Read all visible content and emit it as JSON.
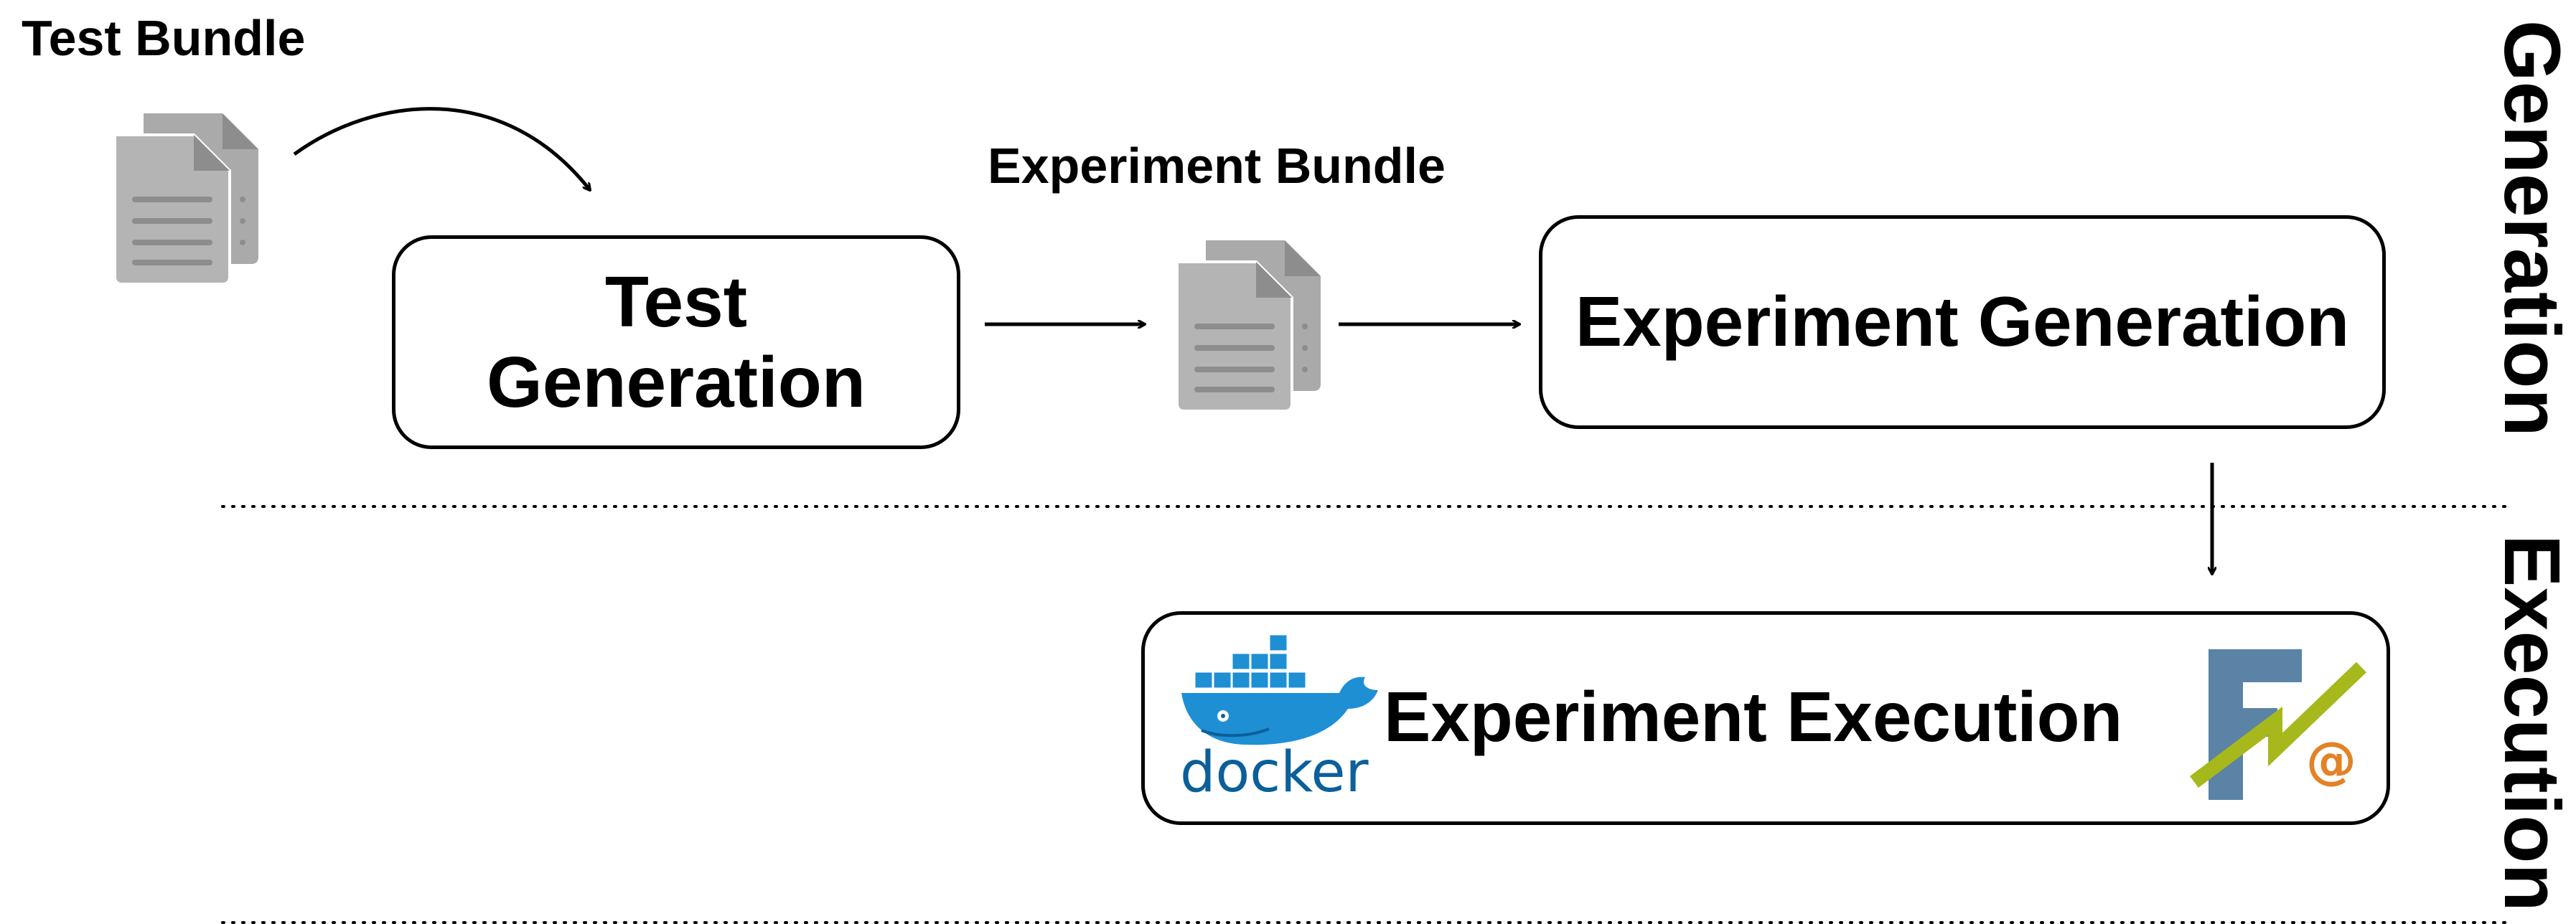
{
  "labels": {
    "test_bundle": "Test Bundle",
    "experiment_bundle": "Experiment Bundle"
  },
  "boxes": {
    "test_generation_line1": "Test",
    "test_generation_line2": "Generation",
    "experiment_generation": "Experiment Generation",
    "experiment_execution": "Experiment Execution"
  },
  "sections": {
    "generation": "Generation",
    "execution": "Execution"
  },
  "logos": {
    "docker_text": "docker",
    "fa_letter": "F",
    "fa_at": "@"
  },
  "icons": {
    "bundle_icon": "documents-icon",
    "docker_icon": "docker-whale-icon",
    "fa_icon": "flash-at-logo-icon"
  },
  "colors": {
    "document_gray": "#a9aaa9",
    "document_lines": "#8c8d8c",
    "docker_blue": "#1f8fd4",
    "docker_text": "#0b5f9a",
    "fa_blue": "#5a83a6",
    "fa_green": "#a6b81c",
    "fa_orange": "#e38226"
  }
}
